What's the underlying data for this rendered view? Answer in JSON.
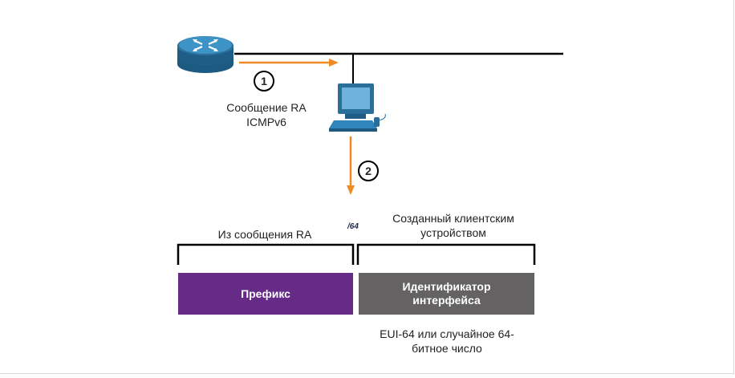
{
  "router": {
    "icon": "router-icon",
    "color": "#2a6f9a"
  },
  "computer": {
    "icon": "computer-icon",
    "color": "#2a6f9a"
  },
  "arrow_color": "#f08a24",
  "steps": [
    "1",
    "2"
  ],
  "ra_message": {
    "line1": "Сообщение RA",
    "line2": "ICMPv6"
  },
  "prefix_source_label": "Из сообщения RA",
  "prefix_length": "/64",
  "iid_source_label": {
    "line1": "Созданный клиентским",
    "line2": "устройством"
  },
  "prefix_box": {
    "label": "Префикс",
    "color": "#662b87"
  },
  "iid_box": {
    "line1": "Идентификатор",
    "line2": "интерфейса",
    "color": "#646262"
  },
  "iid_method": {
    "line1": "EUI-64 или случайное 64-",
    "line2": "битное число"
  }
}
